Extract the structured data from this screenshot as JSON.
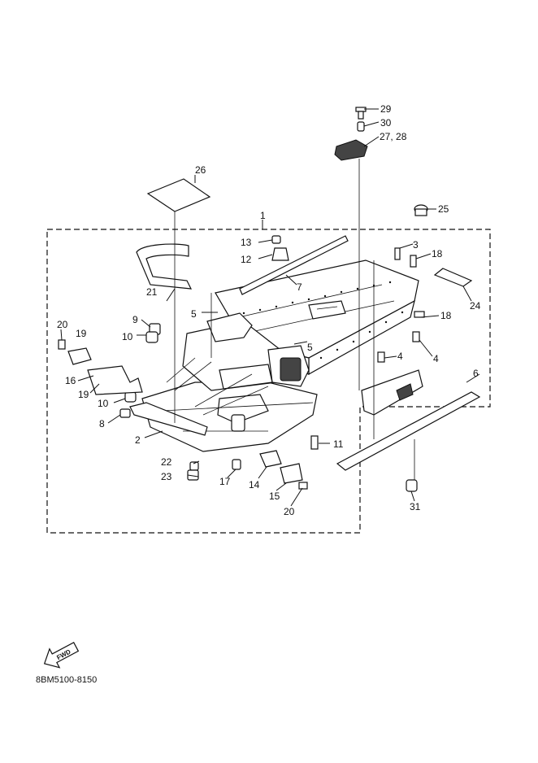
{
  "callouts": {
    "c1": "1",
    "c2": "2",
    "c3": "3",
    "c4a": "4",
    "c4b": "4",
    "c5a": "5",
    "c5b": "5",
    "c6": "6",
    "c7": "7",
    "c8": "8",
    "c9": "9",
    "c10a": "10",
    "c10b": "10",
    "c11": "11",
    "c12": "12",
    "c13": "13",
    "c14": "14",
    "c15": "15",
    "c16": "16",
    "c17": "17",
    "c18a": "18",
    "c18b": "18",
    "c19a": "19",
    "c19b": "19",
    "c20a": "20",
    "c20b": "20",
    "c21": "21",
    "c22": "22",
    "c23": "23",
    "c24": "24",
    "c25": "25",
    "c26": "26",
    "c2728": "27, 28",
    "c29": "29",
    "c30": "30",
    "c31": "31"
  },
  "direction_arrow": {
    "label": "FWD"
  },
  "drawing_code": "8BM5100-8150"
}
